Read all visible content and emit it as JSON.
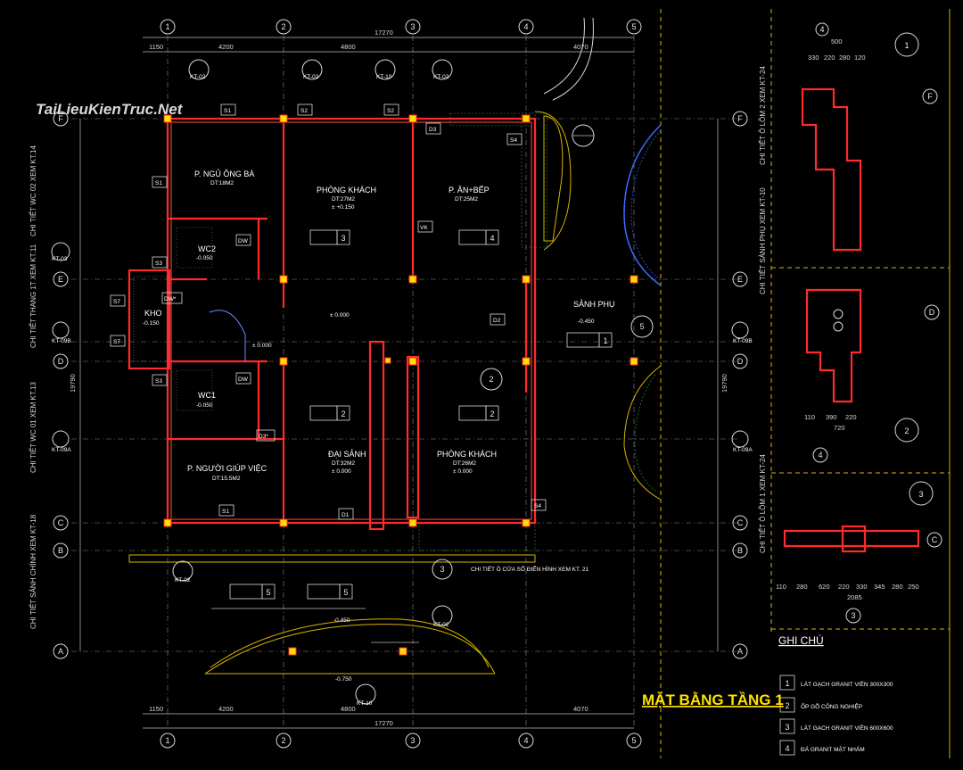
{
  "watermark": "TaiLieuKienTruc.Net",
  "drawing_title": "MẶT BẰNG TẦNG 1",
  "grid_axes": {
    "numbers": [
      "1",
      "2",
      "3",
      "4",
      "5"
    ],
    "letters": [
      "F",
      "E",
      "B",
      "D",
      "A",
      "C",
      "B",
      "A"
    ]
  },
  "dimensions": {
    "top_total": "17270",
    "top_parts": [
      "1150",
      "4200",
      "4800",
      "4070"
    ],
    "bottom_total": "17270",
    "bottom_parts": [
      "1150",
      "4200",
      "4800",
      "4070"
    ],
    "left_total": "19790",
    "right_total": "19790"
  },
  "rooms": [
    {
      "name": "P. NGỦ ÔNG BÀ",
      "area": "DT:18M2"
    },
    {
      "name": "PHÒNG KHÁCH",
      "area": "DT:27M2",
      "level": "± +0.150"
    },
    {
      "name": "P. ĂN+BẾP",
      "area": "DT:25M2"
    },
    {
      "name": "WC2",
      "level": "-0.050"
    },
    {
      "name": "KHO",
      "level": "-0.150"
    },
    {
      "name": "SẢNH PHỤ",
      "level": "-0.450"
    },
    {
      "name": "WC1",
      "level": "-0.050"
    },
    {
      "name": "ĐẠI SẢNH",
      "area": "DT:32M2",
      "level": "± 0.000"
    },
    {
      "name": "PHÒNG KHÁCH",
      "area": "DT:26M2",
      "level": "± 0.000"
    },
    {
      "name": "P. NGƯỜI GIÚP VIỆC",
      "area": "DT:15.5M2"
    }
  ],
  "levels": {
    "center": "± 0.000",
    "stair": "± 0.000",
    "front": "-0.450",
    "entry": "-0.750"
  },
  "door_tags": [
    "S1",
    "S2",
    "S2",
    "D3",
    "S4",
    "S1",
    "S3",
    "S7",
    "S7",
    "S3",
    "D2",
    "D3*",
    "D1",
    "S1",
    "S4",
    "DW",
    "DW",
    "DW*",
    "VK"
  ],
  "section_tags": [
    "KT-03",
    "KT-02",
    "KT-10",
    "KT-02",
    "KT-09A",
    "KT-09A",
    "KT-09B",
    "KT-09B",
    "KT-02",
    "KT-02",
    "KT-10"
  ],
  "side_notes": [
    "CHI TIẾT WC 02 XEM KT.14",
    "CHI TIẾT THANG 1T XEM KT.11",
    "CHI TIẾT WC 01 XEM KT.13",
    "CHI TIẾT SẢNH CHÍNH XEM KT-18",
    "CHI TIẾT SẢNH PHỤ XEM KT-10",
    "CHI TIẾT Ô LÕM 2 XEM KT-24",
    "CHI TIẾT Ô LÕM 1 XEM KT-24"
  ],
  "window_note": "CHI TIẾT Ô CỬA SỔ ĐIỂN HÌNH XEM KT. 21",
  "legend": {
    "title": "GHI CHÚ",
    "items": [
      {
        "num": "1",
        "text": "LÁT GẠCH GRANIT VIỀN 300X300"
      },
      {
        "num": "2",
        "text": "ỐP GỖ CÔNG NGHIỆP"
      },
      {
        "num": "3",
        "text": "LÁT GẠCH GRANIT VIỀN 600X600"
      },
      {
        "num": "4",
        "text": "ĐÁ GRANIT MẶT NHÁM"
      }
    ]
  },
  "details": [
    {
      "num": "1",
      "dims_top": [
        "500",
        "330",
        "220",
        "280",
        "120"
      ]
    },
    {
      "num": "2",
      "dims_bottom": [
        "110",
        "390",
        "220",
        "720"
      ]
    },
    {
      "num": "3",
      "dims_bottom": [
        "110",
        "280",
        "620",
        "220",
        "330",
        "345",
        "280",
        "250",
        "2085"
      ]
    }
  ]
}
